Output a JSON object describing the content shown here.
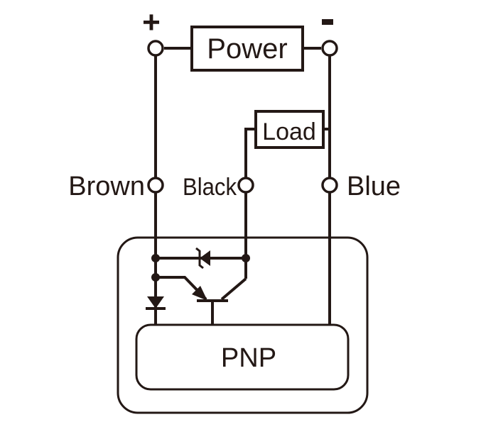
{
  "diagram": {
    "title": "PNP sensor wiring diagram",
    "ink_color": "#231815",
    "background_color": "#ffffff",
    "power": {
      "label": "Power",
      "positive_symbol": "+",
      "negative_symbol": "-"
    },
    "load": {
      "label": "Load"
    },
    "wires": {
      "brown": "Brown",
      "black": "Black",
      "blue": "Blue"
    },
    "sensor": {
      "output_type": "PNP"
    }
  }
}
